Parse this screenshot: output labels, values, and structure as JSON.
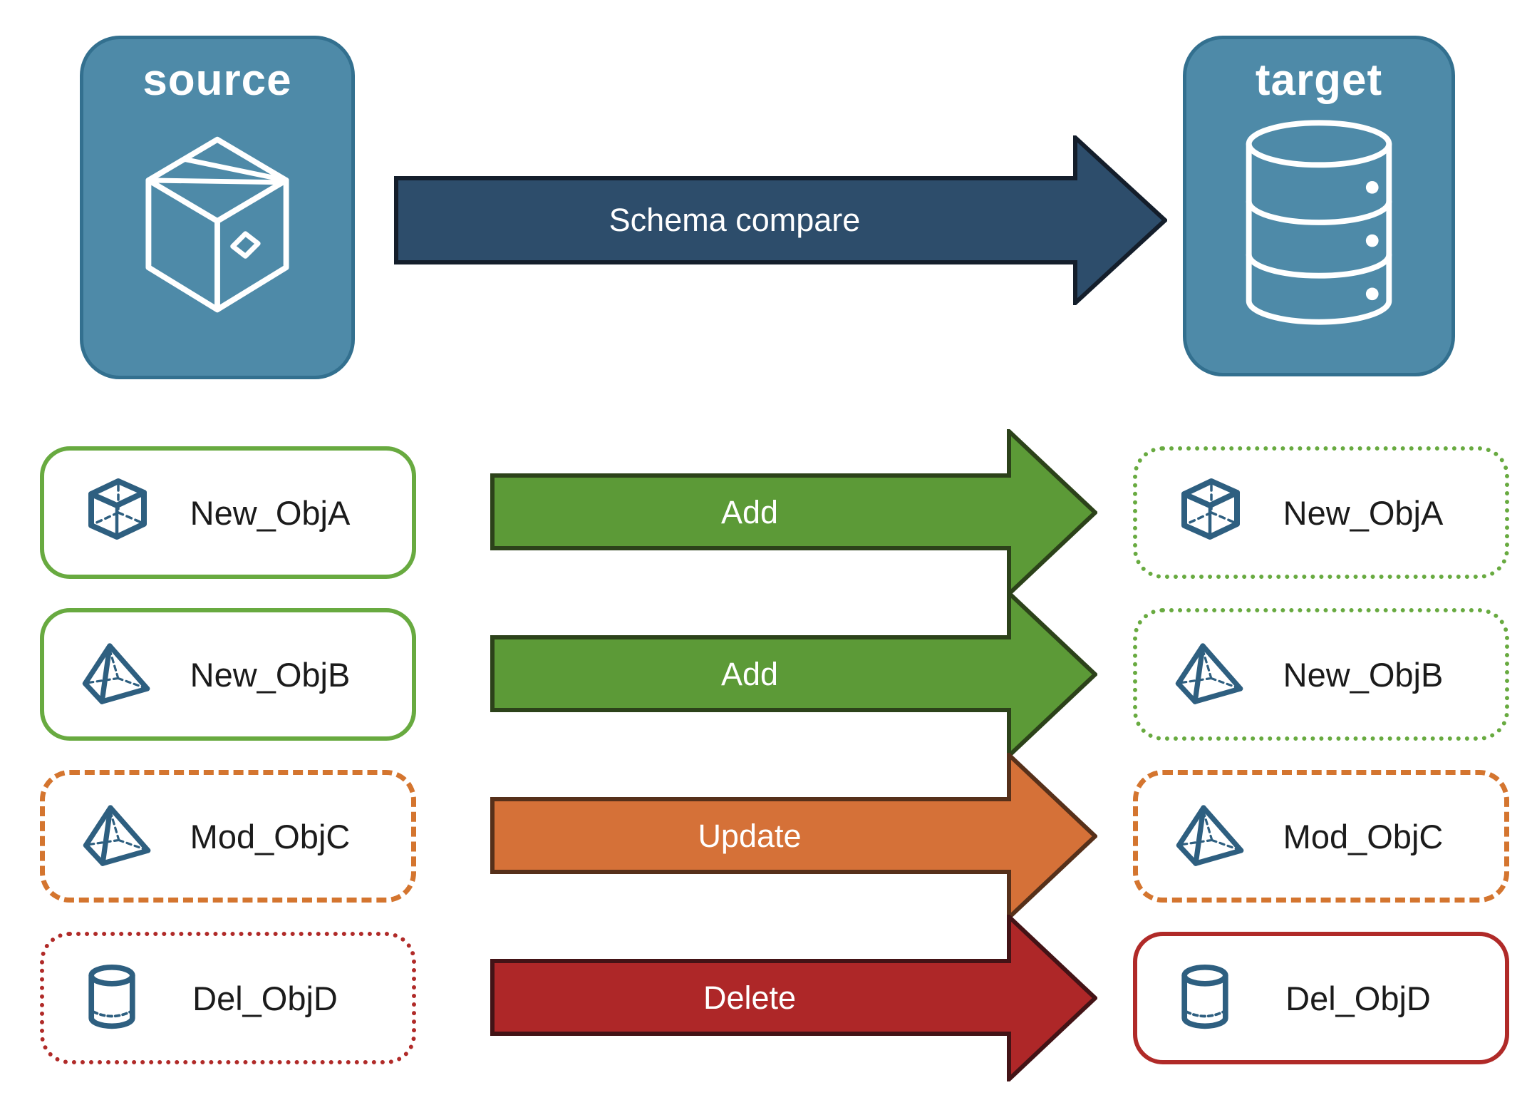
{
  "nodes": {
    "source": {
      "label": "source",
      "icon": "package-icon"
    },
    "target": {
      "label": "target",
      "icon": "database-icon"
    }
  },
  "compare": {
    "label": "Schema compare"
  },
  "rows": [
    {
      "label": "New_ObjA",
      "action": "Add",
      "icon": "cube-icon",
      "source_border": "solid-green",
      "target_border": "dotted-green"
    },
    {
      "label": "New_ObjB",
      "action": "Add",
      "icon": "pyramid-icon",
      "source_border": "solid-green",
      "target_border": "dotted-green"
    },
    {
      "label": "Mod_ObjC",
      "action": "Update",
      "icon": "pyramid-icon",
      "source_border": "dashed-orange",
      "target_border": "dashed-orange"
    },
    {
      "label": "Del_ObjD",
      "action": "Delete",
      "icon": "cylinder-icon",
      "source_border": "dotted-red",
      "target_border": "solid-red"
    }
  ],
  "colors": {
    "node": "#4E8AA8",
    "nodeBorder": "#33708F",
    "navy": "#2D4D6B",
    "navyBorder": "#141E2B",
    "green": "#5C9A37",
    "greenBorder": "#2C421A",
    "greenBox": "#68AA40",
    "orange": "#D57138",
    "orangeBorder": "#56301A",
    "orangeBox": "#D4752F",
    "red": "#AE2728",
    "redBorder": "#431316",
    "redBox": "#B02A28",
    "icon": "#2E5F80",
    "text": "#1B1B1B"
  }
}
